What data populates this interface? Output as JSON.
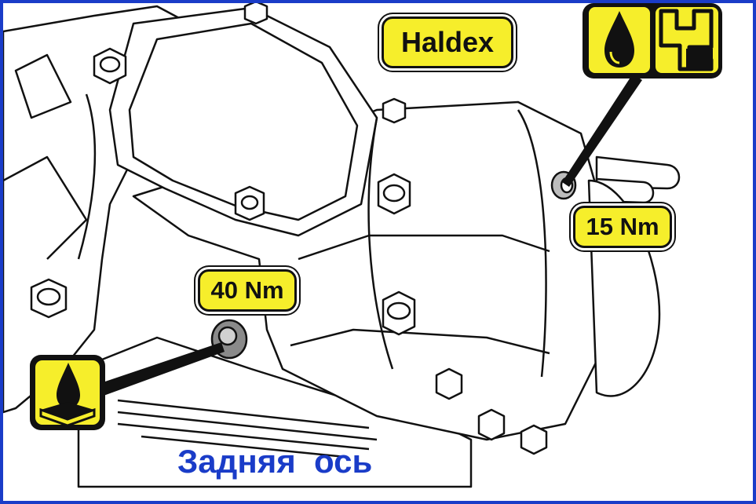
{
  "brand": {
    "label": "Haldex"
  },
  "torques": {
    "fill_plug": "15 Nm",
    "drain_plug": "40 Nm"
  },
  "icons": {
    "fill_level": "oil-drop-level-icon",
    "drain": "oil-drain-pan-icon"
  },
  "caption": "Задняя  ось",
  "colors": {
    "label_fill": "#f6ee2b",
    "caption": "#1a3cc8",
    "frame": "#1a3cc8",
    "ink": "#111111"
  }
}
